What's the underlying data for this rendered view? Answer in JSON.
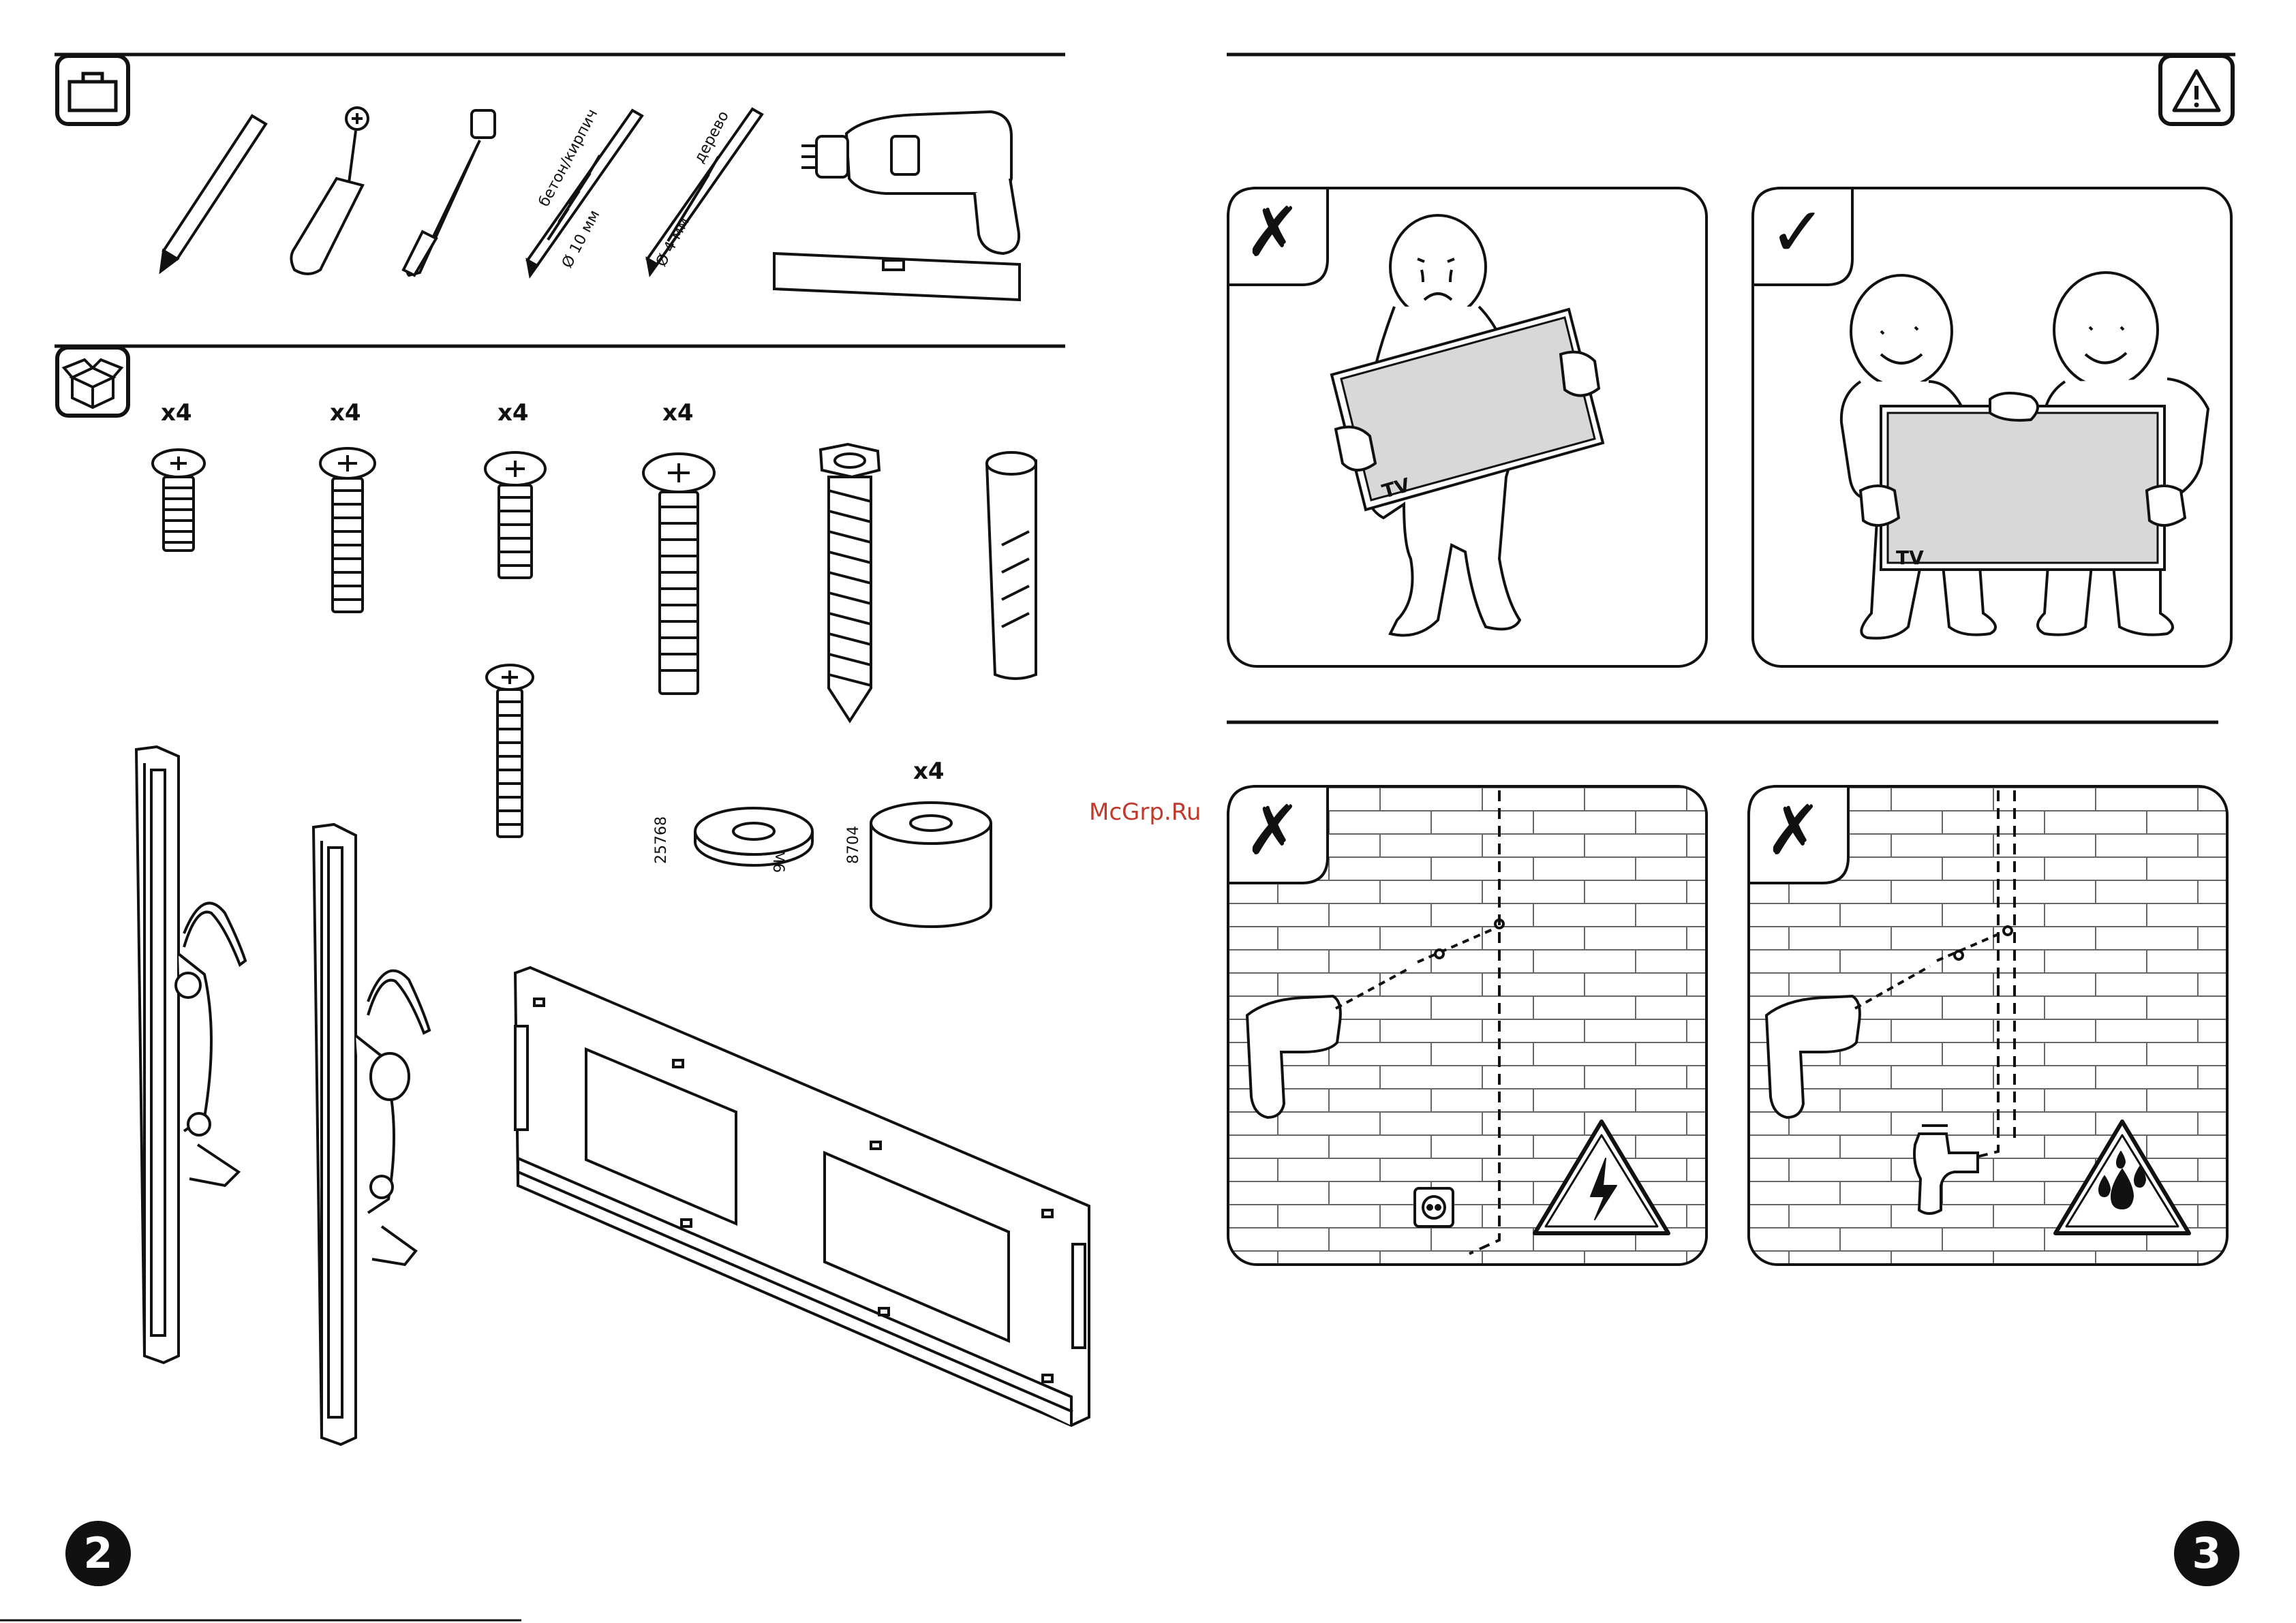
{
  "left_page": {
    "page_number": "2",
    "tools": {
      "drill_bit_concrete": {
        "material": "бетон/кирпич",
        "size": "Ø 10 мм"
      },
      "drill_bit_wood": {
        "material": "дерево",
        "size": "Ø 4 мм"
      }
    },
    "parts": {
      "qty_1": "x4",
      "qty_2": "x4",
      "qty_3": "x4",
      "qty_4": "x4",
      "qty_spacer": "x4",
      "washer_code": "25768",
      "washer_size": "M6",
      "spacer_code": "8704"
    }
  },
  "right_page": {
    "page_number": "3",
    "panels": {
      "one_person": {
        "mark": "✗",
        "tv_label": "TV"
      },
      "two_people": {
        "mark": "✓",
        "tv_label": "TV"
      },
      "electric": {
        "mark": "✗"
      },
      "water": {
        "mark": "✗"
      }
    }
  },
  "watermark": "McGrp.Ru",
  "icons": [
    "toolbox-icon",
    "box-icon",
    "warning-icon",
    "electric-hazard-icon",
    "water-hazard-icon"
  ],
  "colors": {
    "ink": "#111111",
    "tv_screen": "#d8d8d8",
    "watermark": "#c0392b"
  }
}
